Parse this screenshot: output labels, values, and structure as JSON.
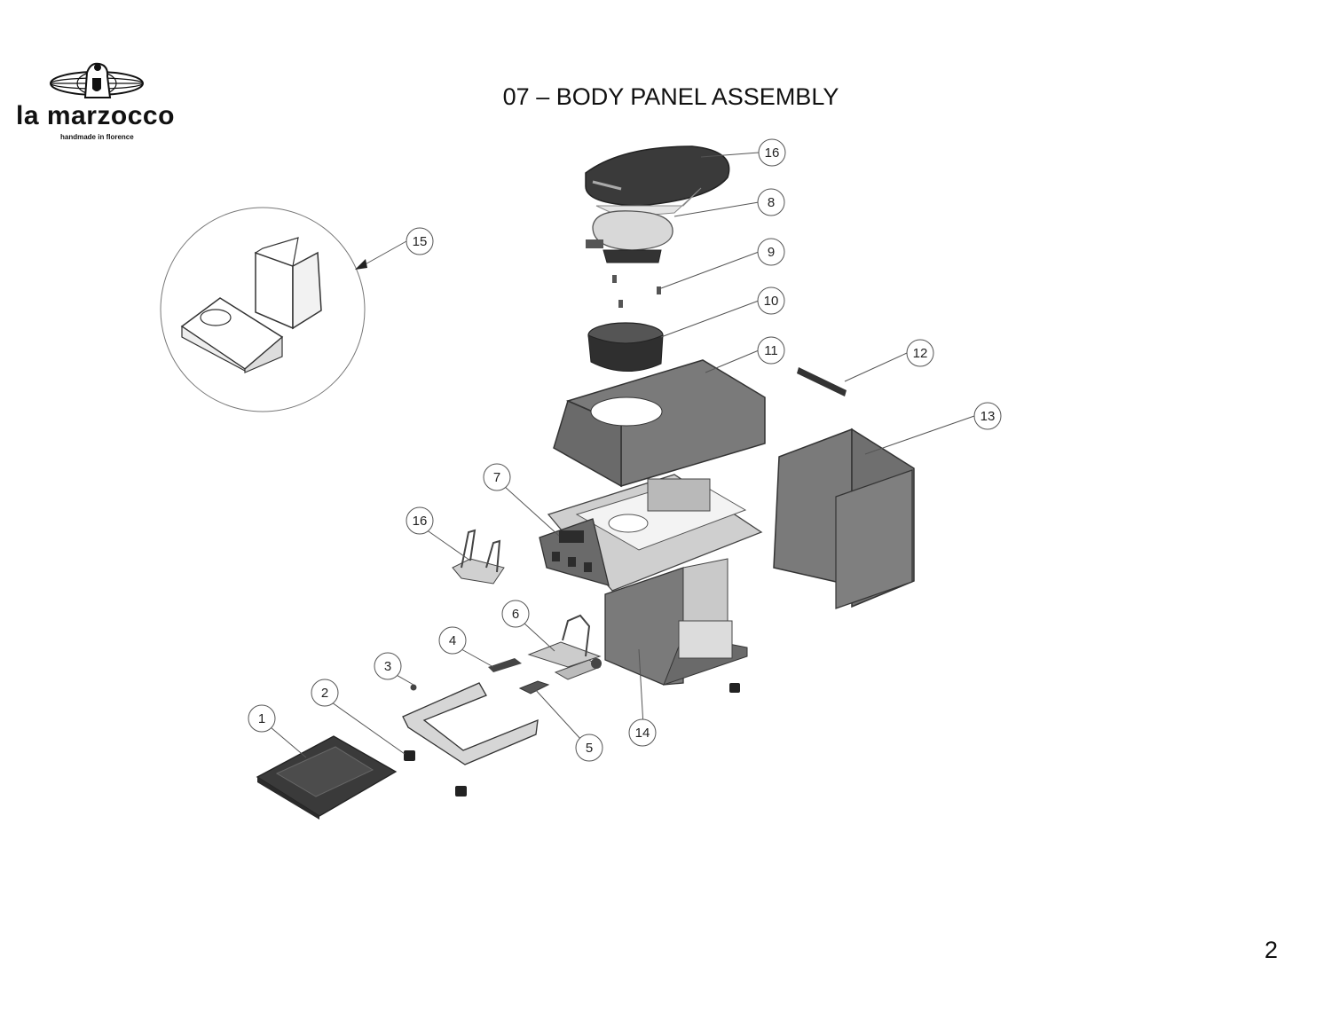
{
  "brand": {
    "name": "la marzocco",
    "tagline": "handmade in florence"
  },
  "title": "07 – BODY PANEL ASSEMBLY",
  "page_number": "2",
  "callouts": [
    "16",
    "8",
    "9",
    "10",
    "11",
    "12",
    "13",
    "15",
    "7",
    "16",
    "6",
    "4",
    "3",
    "2",
    "1",
    "5",
    "14"
  ],
  "colors": {
    "panel_dark": "#3a3a3a",
    "panel_grey": "#7a7a7a",
    "outline": "#333333",
    "callout_stroke": "#555555"
  }
}
